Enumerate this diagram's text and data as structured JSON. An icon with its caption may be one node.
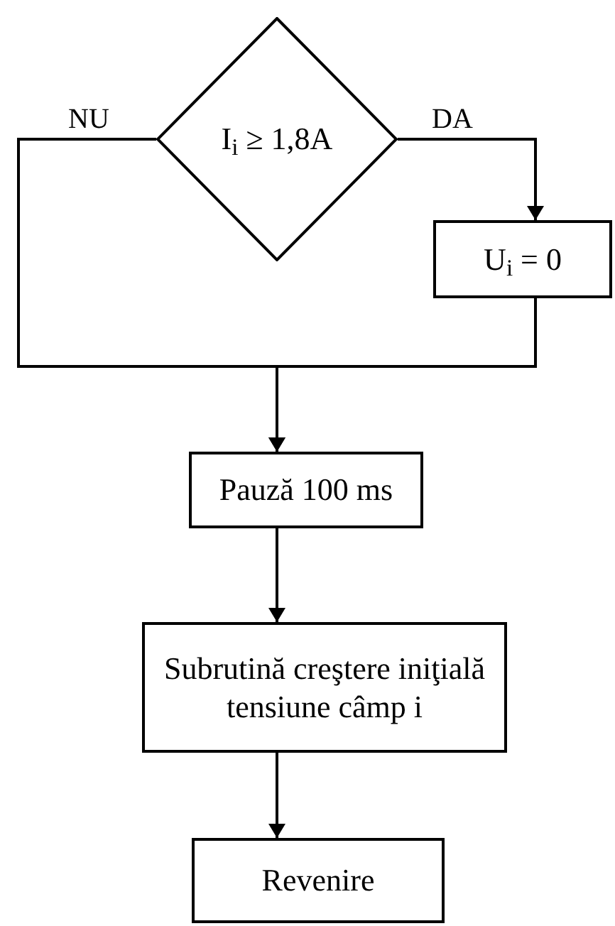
{
  "diagram": {
    "nodes": [
      {
        "text": [
          "I$_{i}$ ≥ 1,8A"
        ]
      },
      {
        "text": [
          "U$_{i}$ = 0"
        ]
      },
      {
        "text": [
          "Pauză 100 ms"
        ]
      },
      {
        "text": [
          "Subrutină creştere iniţială tensiune câmp i"
        ]
      },
      {
        "text": [
          "Revenire"
        ]
      }
    ],
    "edges": [
      {
        "from": 0,
        "to": 1,
        "arrow": "to",
        "label": "DA"
      },
      {
        "from": 0,
        "to": 2,
        "arrow": "to",
        "label": "NU"
      },
      {
        "from": 1,
        "to": 2,
        "arrow": "to"
      },
      {
        "from": 2,
        "to": 3,
        "arrow": "to"
      },
      {
        "from": 3,
        "to": 4,
        "arrow": "to"
      }
    ]
  }
}
